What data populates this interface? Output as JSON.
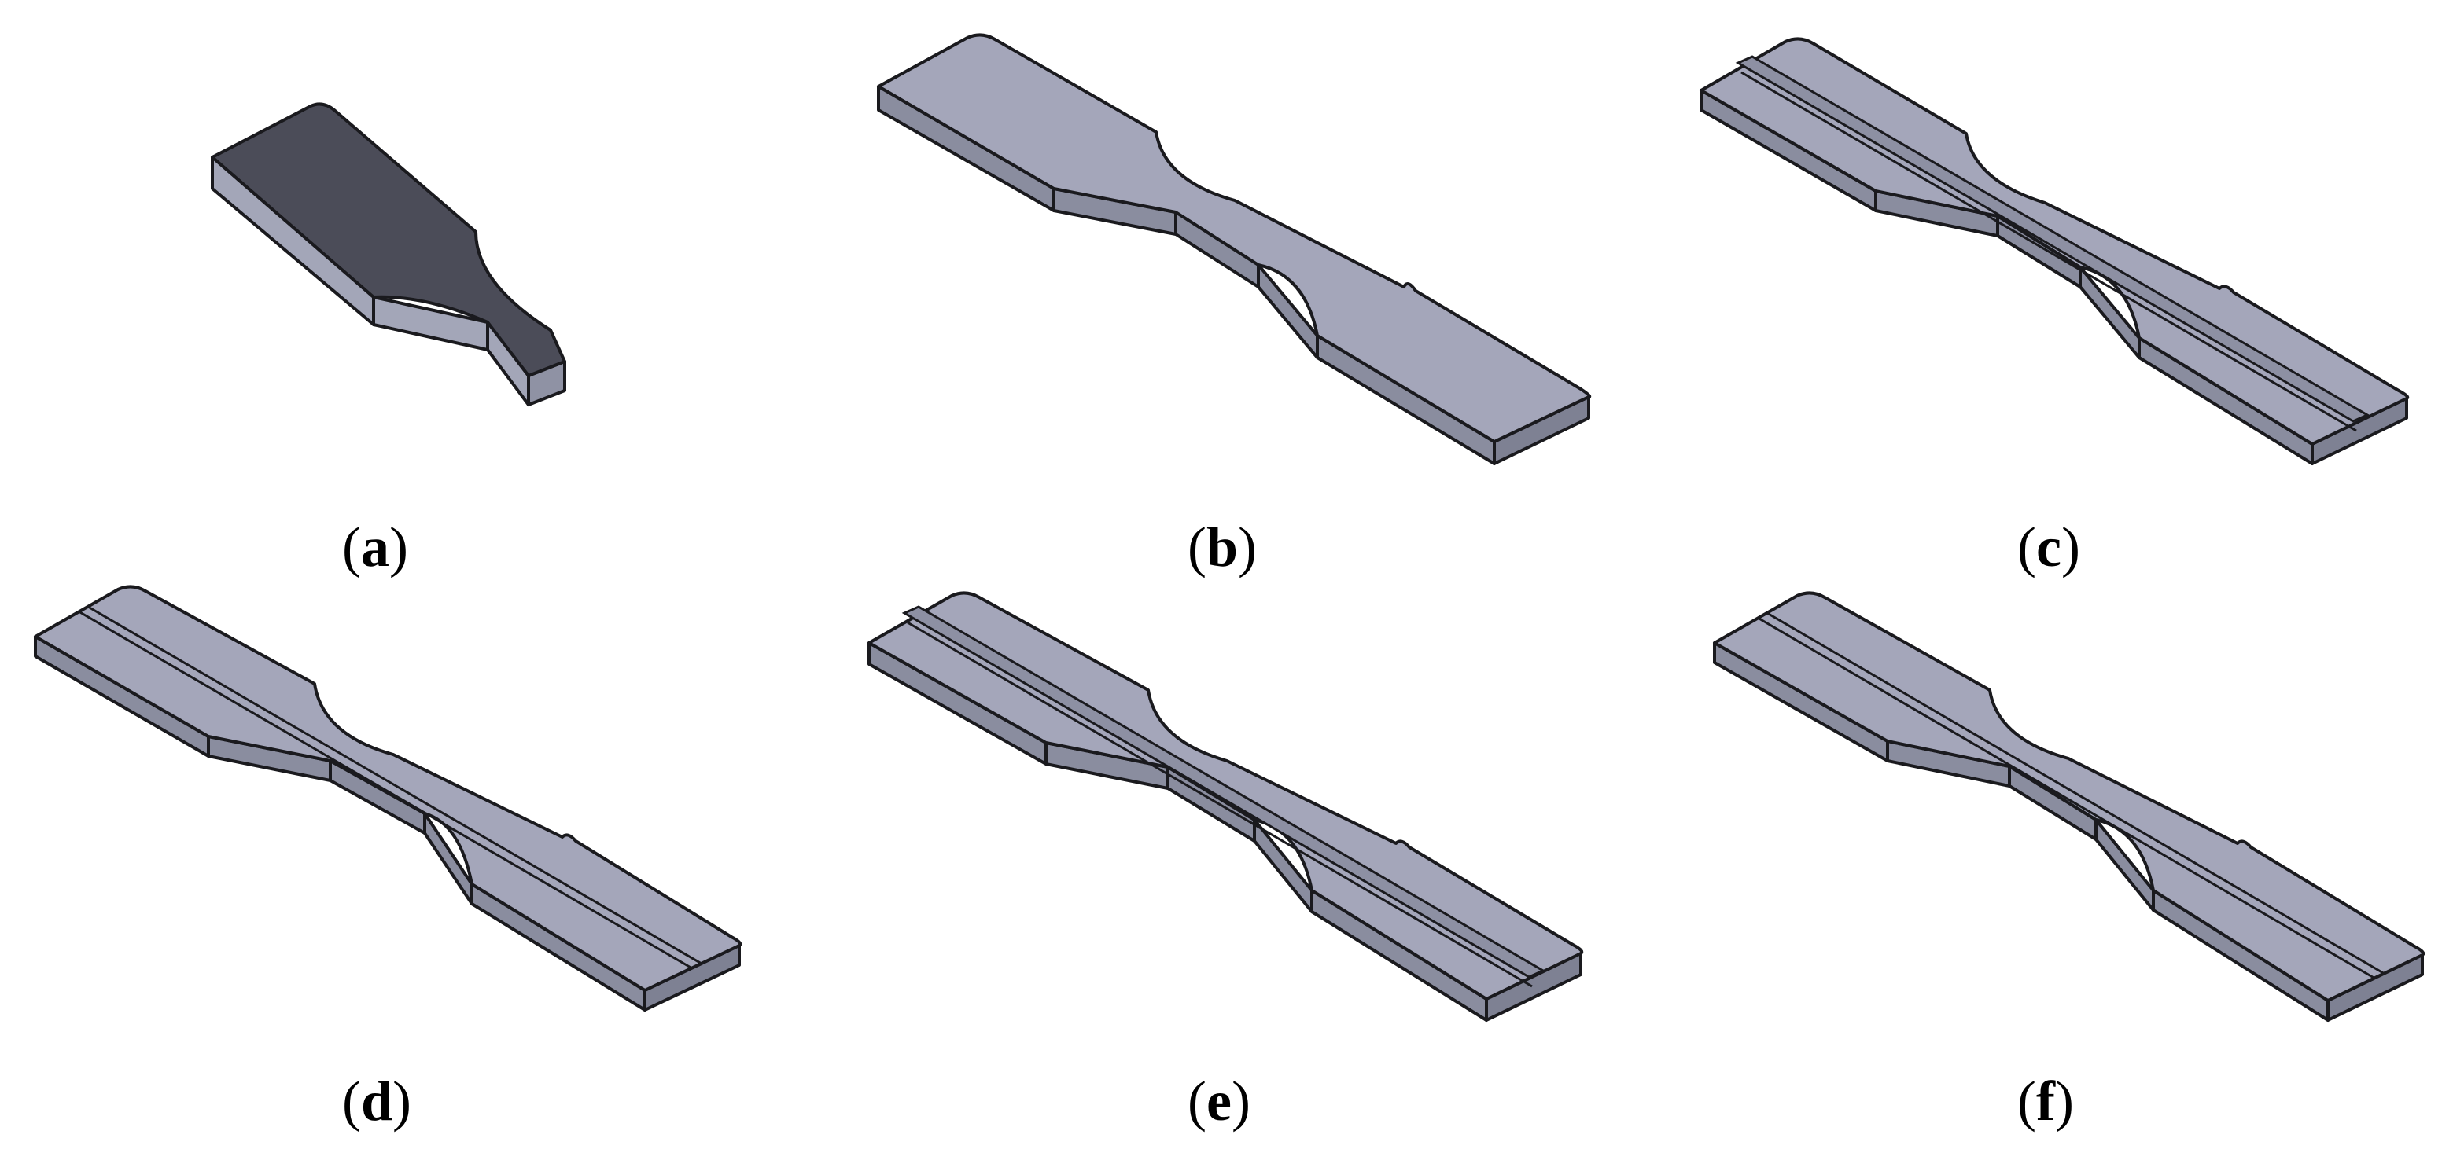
{
  "panels": [
    {
      "id": "a",
      "open": "(",
      "letter": "a",
      "close": ")",
      "top_color": "#4b4c58",
      "side_color": "#a3a6b8",
      "groove": "none"
    },
    {
      "id": "b",
      "open": "(",
      "letter": "b",
      "close": ")",
      "top_color": "#a4a6ba",
      "side_color": "#8a8d9f",
      "groove": "none"
    },
    {
      "id": "c",
      "open": "(",
      "letter": "c",
      "close": ")",
      "top_color": "#a4a6ba",
      "side_color": "#8a8d9f",
      "groove": "raised"
    },
    {
      "id": "d",
      "open": "(",
      "letter": "d",
      "close": ")",
      "top_color": "#a4a6ba",
      "side_color": "#8a8d9f",
      "groove": "slot"
    },
    {
      "id": "e",
      "open": "(",
      "letter": "e",
      "close": ")",
      "top_color": "#a4a6ba",
      "side_color": "#8a8d9f",
      "groove": "raised"
    },
    {
      "id": "f",
      "open": "(",
      "letter": "f",
      "close": ")",
      "top_color": "#a4a6ba",
      "side_color": "#8a8d9f",
      "groove": "slot"
    }
  ],
  "colors": {
    "edge": "#1a1a1e",
    "background": "#ffffff"
  }
}
